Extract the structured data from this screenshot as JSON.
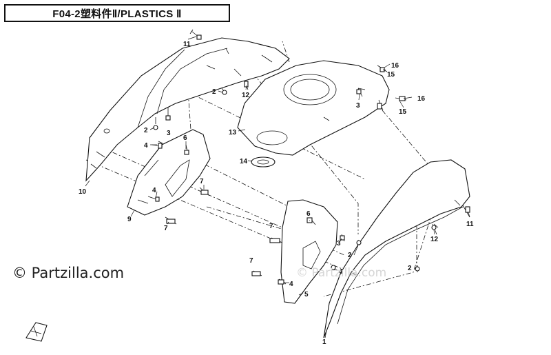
{
  "header": {
    "title": "F04-2塑料件Ⅱ/PLASTICS Ⅱ"
  },
  "watermark": {
    "main": "© Partzilla.com",
    "faint": "© Partzilla.com"
  },
  "callouts": [
    {
      "id": "c1",
      "label": "1"
    },
    {
      "id": "c2a",
      "label": "2"
    },
    {
      "id": "c2b",
      "label": "2"
    },
    {
      "id": "c2c",
      "label": "2"
    },
    {
      "id": "c2d",
      "label": "2"
    },
    {
      "id": "c3a",
      "label": "3"
    },
    {
      "id": "c3b",
      "label": "3"
    },
    {
      "id": "c3c",
      "label": "3"
    },
    {
      "id": "c4a",
      "label": "4"
    },
    {
      "id": "c4b",
      "label": "4"
    },
    {
      "id": "c4c",
      "label": "4"
    },
    {
      "id": "c4d",
      "label": "4"
    },
    {
      "id": "c5",
      "label": "5"
    },
    {
      "id": "c6a",
      "label": "6"
    },
    {
      "id": "c6b",
      "label": "6"
    },
    {
      "id": "c7a",
      "label": "7"
    },
    {
      "id": "c7b",
      "label": "7"
    },
    {
      "id": "c7c",
      "label": "7"
    },
    {
      "id": "c7d",
      "label": "7"
    },
    {
      "id": "c9",
      "label": "9"
    },
    {
      "id": "c10",
      "label": "10"
    },
    {
      "id": "c11a",
      "label": "11"
    },
    {
      "id": "c11b",
      "label": "11"
    },
    {
      "id": "c12a",
      "label": "12"
    },
    {
      "id": "c12b",
      "label": "12"
    },
    {
      "id": "c13",
      "label": "13"
    },
    {
      "id": "c14",
      "label": "14"
    },
    {
      "id": "c15a",
      "label": "15"
    },
    {
      "id": "c15b",
      "label": "15"
    },
    {
      "id": "c16a",
      "label": "16"
    },
    {
      "id": "c16b",
      "label": "16"
    }
  ]
}
